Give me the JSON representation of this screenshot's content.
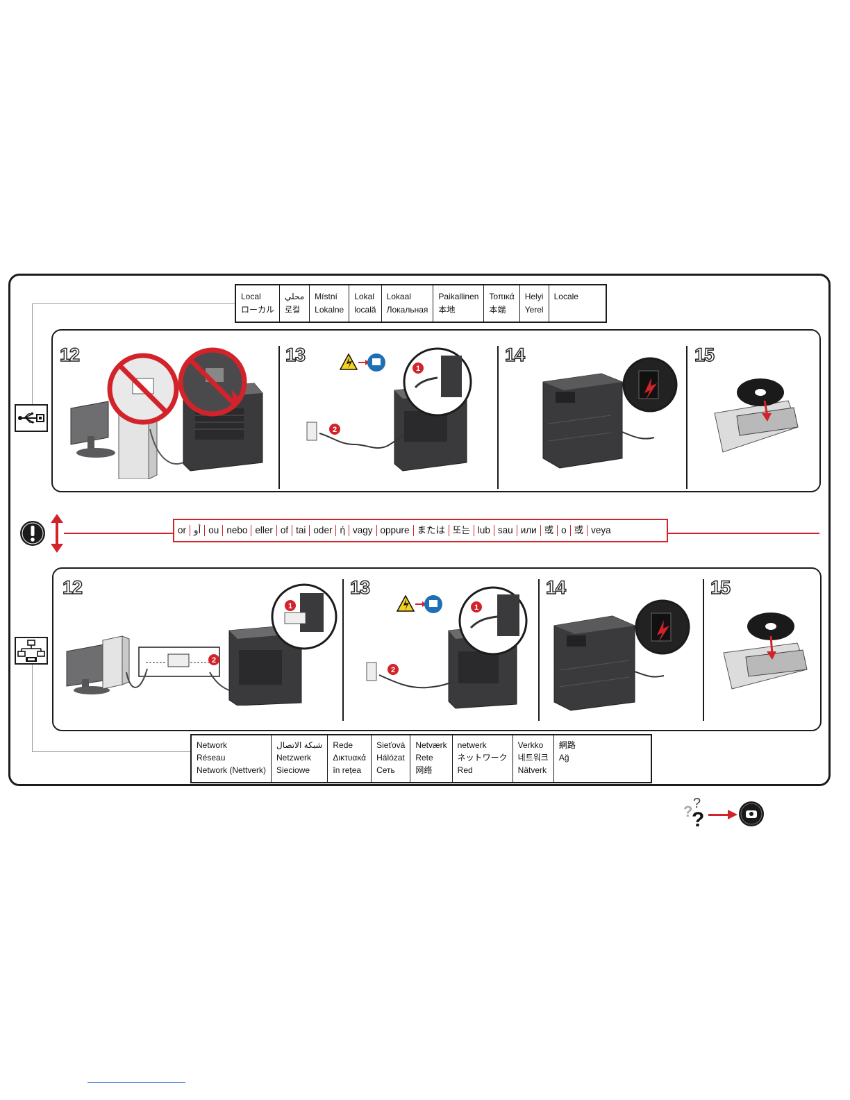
{
  "local_labels": [
    [
      "Local",
      "ローカル"
    ],
    [
      "محلي",
      "로컬"
    ],
    [
      "Místní",
      "Lokalne"
    ],
    [
      "Lokal",
      "locală"
    ],
    [
      "Lokaal",
      "Локальная"
    ],
    [
      "Paikallinen",
      "本地"
    ],
    [
      "Τοπικά",
      "本端"
    ],
    [
      "Helyi",
      "Yerel"
    ],
    [
      "Locale",
      ""
    ]
  ],
  "network_labels": [
    [
      "Network",
      "Réseau",
      "Network (Nettverk)"
    ],
    [
      "شبكة الاتصال",
      "Netzwerk",
      "Sieciowe"
    ],
    [
      "Rede",
      "Δικτυακά",
      "în rețea"
    ],
    [
      "Sieťová",
      "Hálózat",
      "Сеть"
    ],
    [
      "Netværk",
      "Rete",
      "网络"
    ],
    [
      "netwerk",
      "ネットワーク",
      "Red"
    ],
    [
      "Verkko",
      "네트워크",
      "Nätverk"
    ],
    [
      "網路",
      "Ağ",
      ""
    ]
  ],
  "or_words": [
    "or",
    "أو",
    "ou",
    "nebo",
    "eller",
    "of",
    "tai",
    "oder",
    "ή",
    "vagy",
    "oppure",
    "または",
    "또는",
    "lub",
    "sau",
    "или",
    "或",
    "o",
    "或",
    "veya"
  ],
  "steps_top": [
    "12",
    "13",
    "14",
    "15"
  ],
  "steps_bottom": [
    "12",
    "13",
    "14",
    "15"
  ],
  "help_marks": [
    "?",
    "?",
    "?"
  ],
  "icons": {
    "usb": "usb-icon",
    "network": "network-icon",
    "attention": "exclamation-icon",
    "or_arrows": "double-arrow-icon",
    "shock": "electric-shock-warning-icon",
    "manual": "manual-icon",
    "help": "help-question-icon",
    "disc": "disc-icon"
  },
  "colors": {
    "accent_red": "#d2232a",
    "frame": "#1b1b1b",
    "printer": "#3a3a3c"
  }
}
